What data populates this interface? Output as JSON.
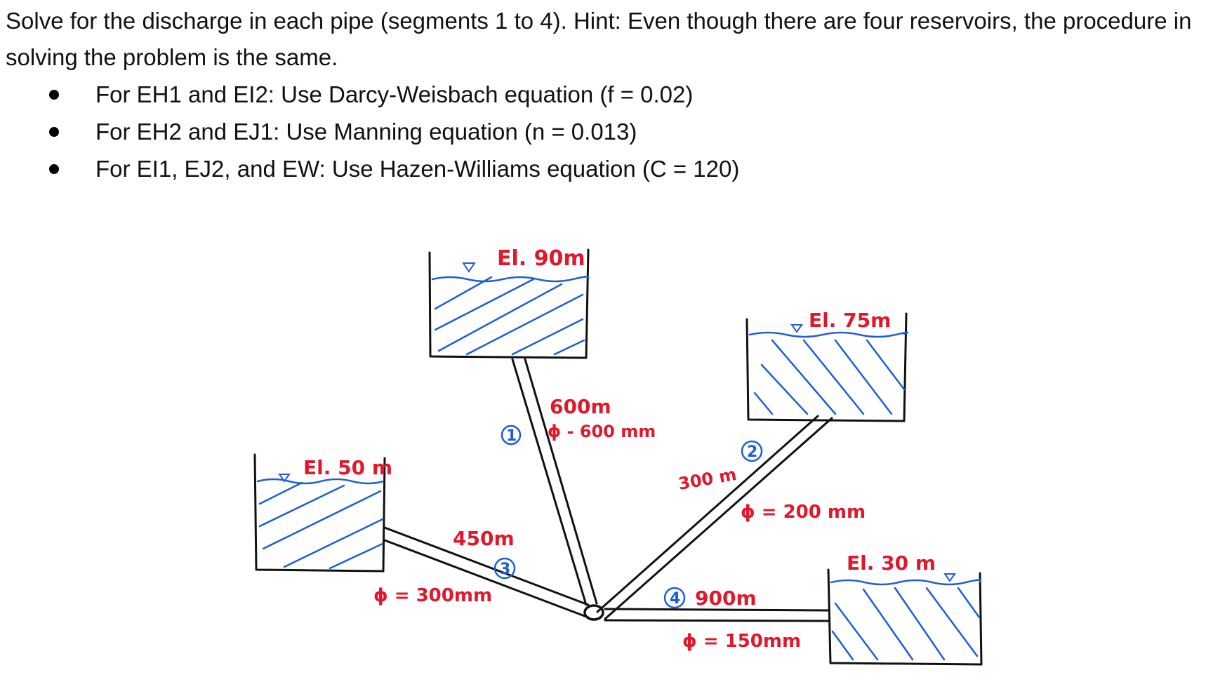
{
  "problem": {
    "prompt": "Solve for the discharge in each pipe (segments 1 to 4). Hint: Even though there are four reservoirs, the procedure in solving the problem is the same.",
    "bullets": [
      "For EH1 and EI2: Use Darcy-Weisbach equation (f = 0.02)",
      "For EH2 and EJ1: Use Manning equation (n = 0.013)",
      "For EI1, EJ2, and EW: Use Hazen-Williams equation (C = 120)"
    ]
  },
  "diagram": {
    "reservoirs": {
      "top": {
        "elevation": "El. 90m"
      },
      "left": {
        "elevation": "El. 50 m"
      },
      "right_upper": {
        "elevation": "El. 75m"
      },
      "right_lower": {
        "elevation": "El. 30 m"
      }
    },
    "pipes": [
      {
        "number": "1",
        "length": "600m",
        "diameter": "ϕ - 600 mm"
      },
      {
        "number": "2",
        "length": "300 m",
        "diameter": "ϕ = 200 mm"
      },
      {
        "number": "3",
        "length": "450m",
        "diameter": "ϕ = 300mm"
      },
      {
        "number": "4",
        "length": "900m",
        "diameter": "ϕ = 150mm"
      }
    ],
    "colors": {
      "ink": "#111111",
      "annotation": "#e0182b",
      "water": "#1e5fd6"
    }
  }
}
